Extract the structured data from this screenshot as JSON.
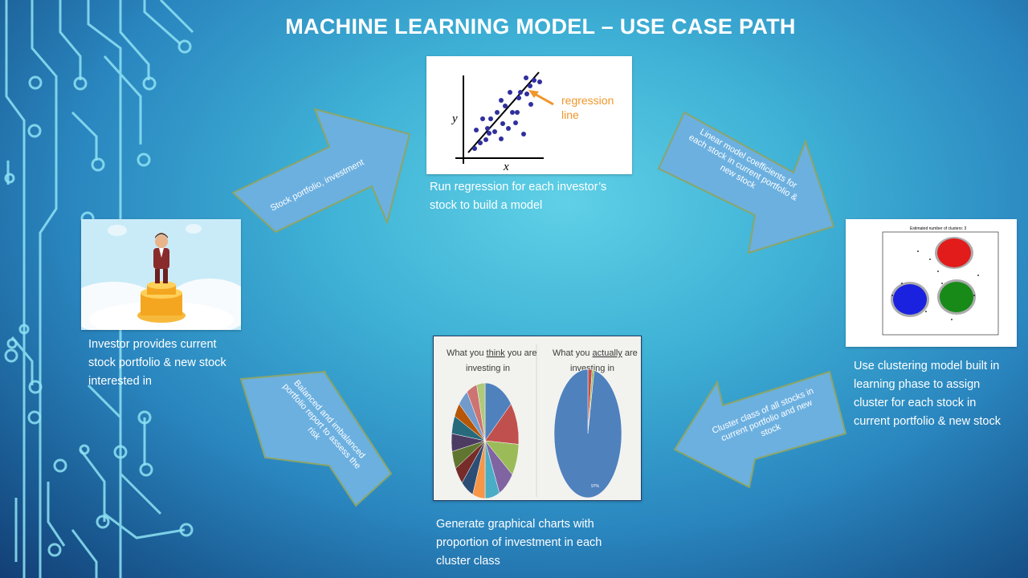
{
  "title": "MACHINE LEARNING MODEL – USE CASE PATH",
  "colors": {
    "arrow_fill": "#6cb0e0",
    "arrow_stroke": "#8aa56a",
    "regression_label": "#f0962a",
    "cluster_red": "#e21b1b",
    "cluster_blue": "#1a22e0",
    "cluster_green": "#178a17"
  },
  "regression_chart": {
    "y_label": "y",
    "x_label": "x",
    "annotation": "regression\nline"
  },
  "captions": {
    "regression": "Run regression for each investor’s stock to build a model",
    "investor": "Investor provides current stock portfolio & new stock interested in",
    "clustering": "Use clustering model built in learning phase to assign cluster for each stock in current portfolio & new stock",
    "charts": "Generate graphical charts with proportion of investment in each cluster class"
  },
  "arrows": {
    "stock_portfolio": "Stock portfolio, investment",
    "linear_model": "Linear model coefficients for\neach stock in current portfolio &\nnew stock",
    "cluster_class": "Cluster class of all stocks in\ncurrent portfolio and new\nstock",
    "balanced": "Balanced and imbalanced\nportfolio report  to assess the\nrisk"
  },
  "cluster_chart": {
    "title": "Estimated number of clusters: 3"
  },
  "pie_charts": {
    "left_title_1": "What you ",
    "left_title_em": "think",
    "left_title_2": " you are",
    "left_title_3": "investing in",
    "right_title_1": "What you ",
    "right_title_em": "actually",
    "right_title_2": " are",
    "right_title_3": "investing in",
    "right_label": "97%"
  }
}
